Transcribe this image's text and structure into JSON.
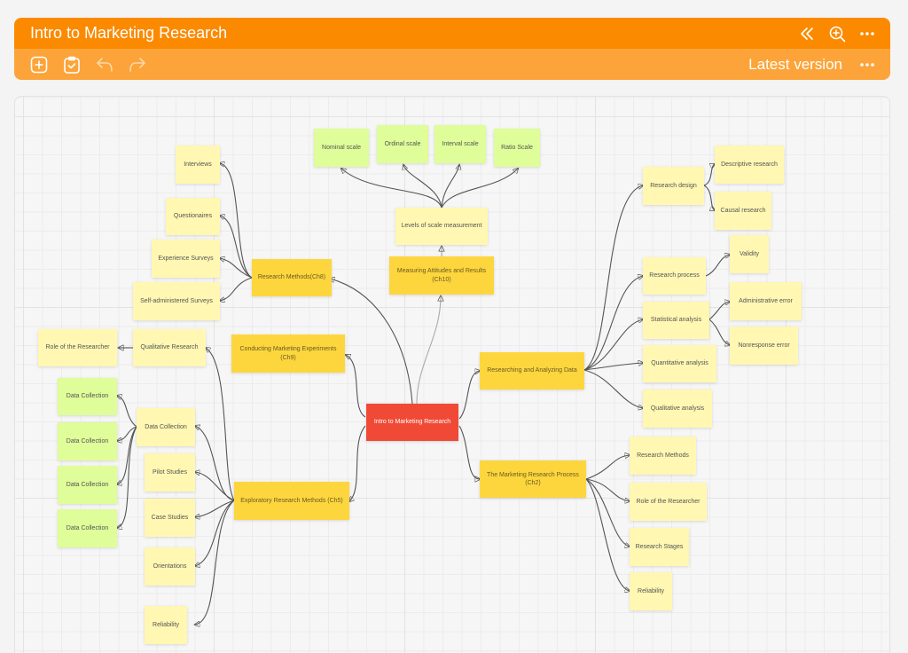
{
  "app": {
    "title": "Intro to Marketing Research",
    "version_label": "Latest version"
  },
  "colors": {
    "titlebar": "#fb8a00",
    "toolbar": "#fca43a",
    "center_node": "#f04a36",
    "main_node": "#fdd63e",
    "sticky_node": "#fff7b2",
    "green_node": "#dffd98"
  },
  "icons": {
    "titlebar": [
      "collapse-icon",
      "zoom-in-icon",
      "more-icon"
    ],
    "toolbar": [
      "add-icon",
      "checklist-icon",
      "undo-icon",
      "redo-icon",
      "more-icon"
    ]
  },
  "mindmap": {
    "center": "Intro to Marketing Research",
    "nodes": {
      "research_methods_ch8": "Research Methods(Ch8)",
      "measuring_attitudes": "Measuring Attitudes and Results (Ch10)",
      "levels_of_scale": "Levels of scale measurement",
      "conducting_experiments": "Conducting Marketing Experiments (Ch9)",
      "exploratory_methods": "Exploratory Research Methods (Ch5)",
      "researching_analyzing": "Researching and Analyzing Data",
      "marketing_process": "The Marketing Research Process (Ch2)",
      "interviews": "Interviews",
      "questionaires": "Questionaires",
      "experience_surveys": "Experience Surveys",
      "self_administered": "Self-administered Surveys",
      "qualitative_research": "Qualitative Research",
      "role_researcher_left": "Role of the Researcher",
      "data_collection_mid": "Data Collection",
      "pilot_studies": "Pilot Studies",
      "case_studies": "Case Studies",
      "orientations": "Orientations",
      "reliability_left": "Reliability",
      "dc_1": "Data Collection",
      "dc_2": "Data Collection",
      "dc_3": "Data Collection",
      "dc_4": "Data Collection",
      "nominal": "Nominal scale",
      "ordinal": "Ordinal scale",
      "interval": "Interval scale",
      "ratio": "Ratio Scale",
      "research_design": "Research design",
      "descriptive": "Descriptive research",
      "causal": "Causal research",
      "research_process": "Research process",
      "validity": "Validity",
      "statistical": "Statistical analysis",
      "admin_error": "Administrative error",
      "nonresponse": "Nonresponse error",
      "quantitative": "Quantitative analysis",
      "qualitative_analysis": "Qualitative analysis",
      "rp_methods": "Research Methods",
      "rp_role": "Role of the Researcher",
      "rp_stages": "Research Stages",
      "rp_reliability": "Reliability"
    }
  }
}
